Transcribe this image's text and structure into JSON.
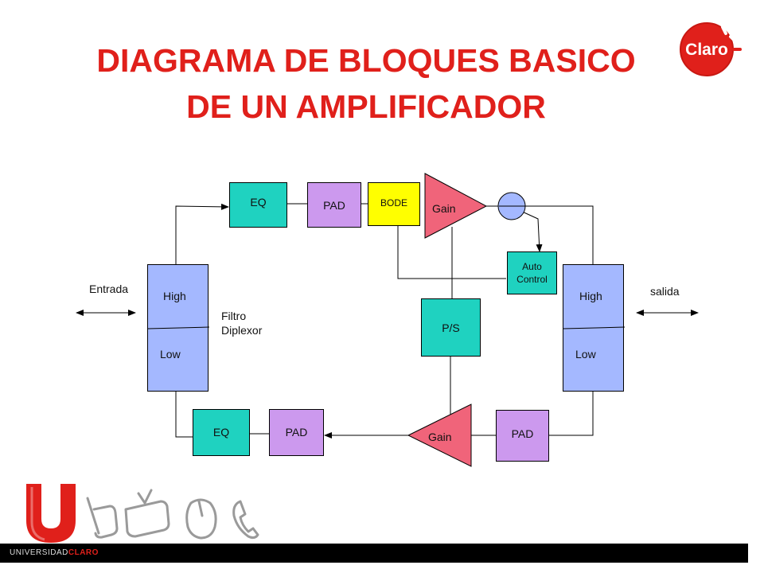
{
  "title": {
    "line1": "DIAGRAMA DE BLOQUES BASICO",
    "line2": "DE UN AMPLIFICADOR"
  },
  "logo": {
    "brand": "Claro",
    "icon": "claro-logo-icon"
  },
  "diagram": {
    "input_label": "Entrada",
    "output_label": "salida",
    "filter_label_line1": "Filtro",
    "filter_label_line2": "Diplexor",
    "left_diplexer": {
      "high": "High",
      "low": "Low"
    },
    "right_diplexer": {
      "high": "High",
      "low": "Low"
    },
    "forward_path": {
      "eq": "EQ",
      "pad": "PAD",
      "bode": "BODE",
      "gain": "Gain"
    },
    "auto_control_line1": "Auto",
    "auto_control_line2": "Control",
    "power_supply": "P/S",
    "return_path": {
      "eq": "EQ",
      "pad_left": "PAD",
      "gain": "Gain",
      "pad_right": "PAD"
    }
  },
  "footer": {
    "prefix": "UNIVERSIDAD",
    "brand": "CLARO",
    "icons": [
      "u-logo-icon",
      "mobile-phone-icon",
      "tv-icon",
      "mouse-icon",
      "telephone-icon"
    ]
  },
  "colors": {
    "title_red": "#e0201b",
    "eq_teal": "#1fd2c0",
    "pad_lilac": "#cc99ee",
    "bode_yellow": "#ffff00",
    "gain_pink": "#f0647a",
    "diplexer_blue": "#a4b8ff"
  }
}
